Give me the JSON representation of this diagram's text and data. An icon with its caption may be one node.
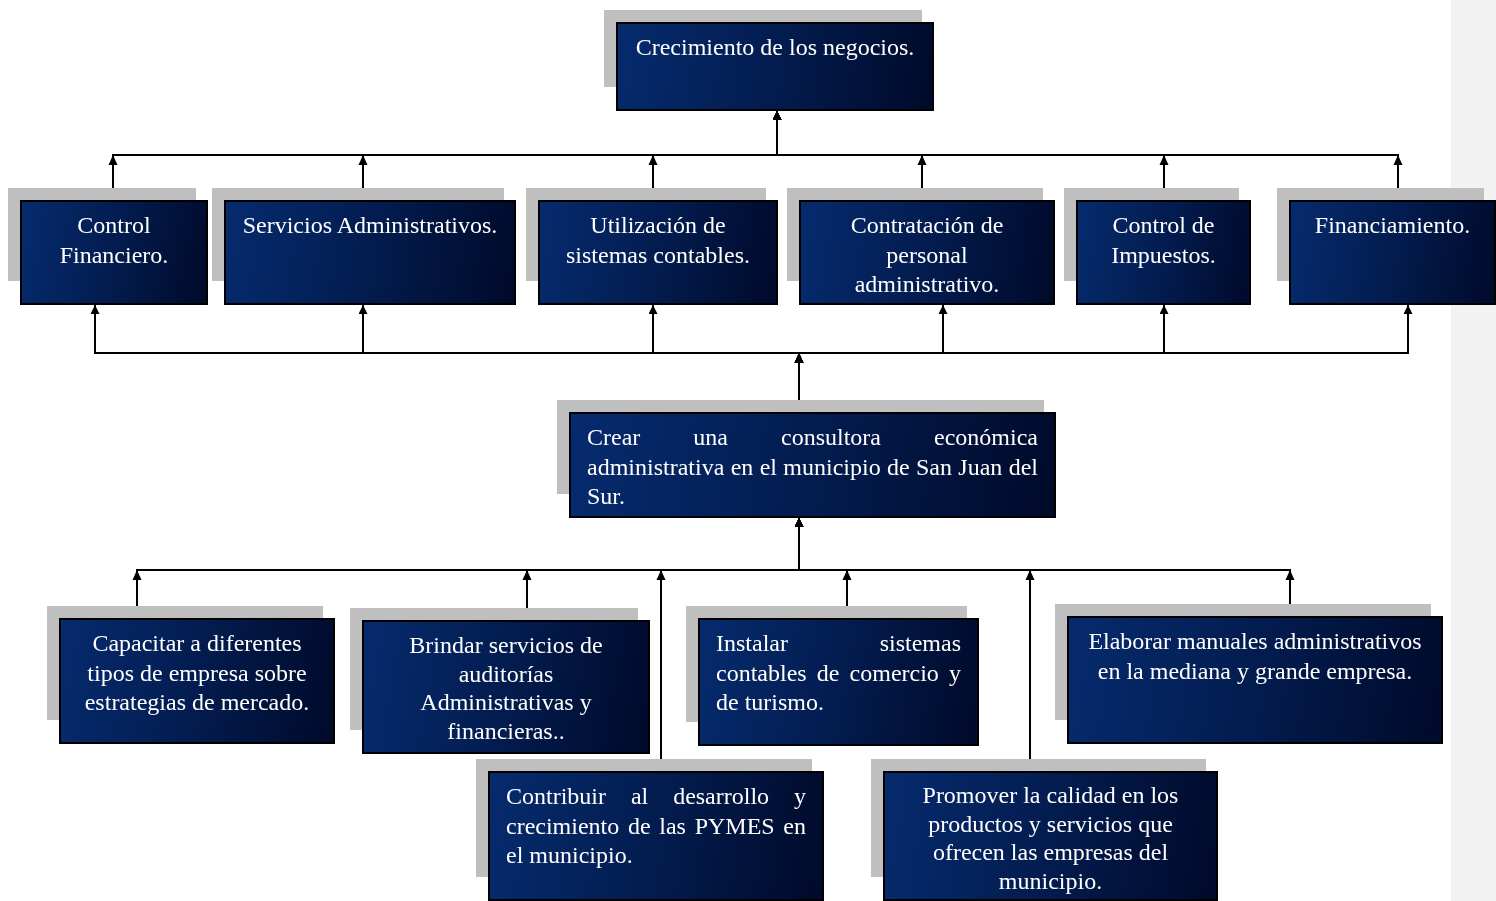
{
  "diagram": {
    "nodes": [
      {
        "text": [
          "Crecimiento de los negocios."
        ]
      },
      {
        "text": [
          "Control Financiero."
        ]
      },
      {
        "text": [
          "Servicios Administrativos."
        ]
      },
      {
        "text": [
          "Utilización de sistemas contables."
        ]
      },
      {
        "text": [
          "Contratación de personal administrativo."
        ]
      },
      {
        "text": [
          "Control de Impuestos."
        ]
      },
      {
        "text": [
          "Financiamiento."
        ]
      },
      {
        "text": [
          "Crear una consultora económica administrativa en el municipio de San Juan del Sur."
        ]
      },
      {
        "text": [
          "Capacitar a diferentes tipos de empresa sobre estrategias de mercado."
        ]
      },
      {
        "text": [
          "Brindar servicios de auditorías Administrativas y financieras.."
        ]
      },
      {
        "text": [
          "Instalar sistemas contables de comercio y de turismo."
        ]
      },
      {
        "text": [
          "Elaborar manuales administrativos en la mediana y grande empresa."
        ]
      },
      {
        "text": [
          "Contribuir al desarrollo y crecimiento de las PYMES en el municipio."
        ]
      },
      {
        "text": [
          "Promover la calidad en los productos y servicios que ofrecen las empresas del municipio."
        ]
      }
    ],
    "edges": [
      {
        "from": 1,
        "to": 0,
        "arrow": "to"
      },
      {
        "from": 2,
        "to": 0,
        "arrow": "to"
      },
      {
        "from": 3,
        "to": 0,
        "arrow": "to"
      },
      {
        "from": 4,
        "to": 0,
        "arrow": "to"
      },
      {
        "from": 5,
        "to": 0,
        "arrow": "to"
      },
      {
        "from": 6,
        "to": 0,
        "arrow": "to"
      },
      {
        "from": 7,
        "to": 1,
        "arrow": "to"
      },
      {
        "from": 7,
        "to": 2,
        "arrow": "to"
      },
      {
        "from": 7,
        "to": 3,
        "arrow": "to"
      },
      {
        "from": 7,
        "to": 4,
        "arrow": "to"
      },
      {
        "from": 7,
        "to": 5,
        "arrow": "to"
      },
      {
        "from": 7,
        "to": 6,
        "arrow": "to"
      },
      {
        "from": 8,
        "to": 7,
        "arrow": "to"
      },
      {
        "from": 9,
        "to": 7,
        "arrow": "to"
      },
      {
        "from": 12,
        "to": 7,
        "arrow": "to"
      },
      {
        "from": 10,
        "to": 7,
        "arrow": "to"
      },
      {
        "from": 13,
        "to": 7,
        "arrow": "to"
      },
      {
        "from": 11,
        "to": 7,
        "arrow": "to"
      }
    ]
  }
}
